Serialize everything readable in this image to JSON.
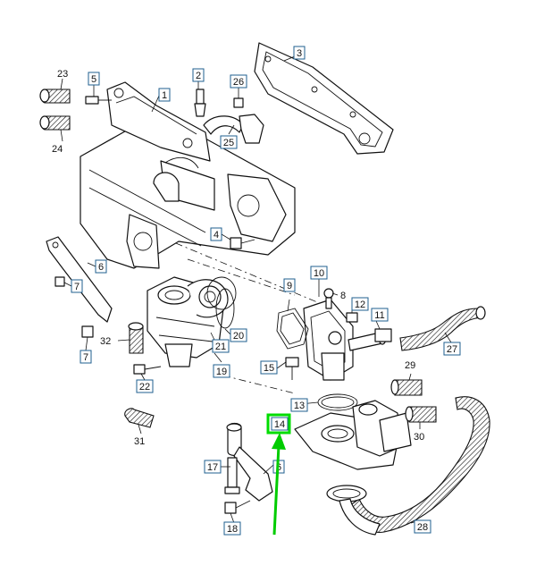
{
  "highlight": {
    "part": "14",
    "color": "#00dd00",
    "arrow_color": "#00cc00"
  },
  "callout_color": "#1f5f8f",
  "labels": {
    "l1": "1",
    "l2": "2",
    "l3": "3",
    "l4": "4",
    "l5": "5",
    "l6a": "6",
    "l6b": "6",
    "l7a": "7",
    "l7b": "7",
    "l8": "8",
    "l9": "9",
    "l10": "10",
    "l11": "11",
    "l12": "12",
    "l13": "13",
    "l14": "14",
    "l15": "15",
    "l17": "17",
    "l18": "18",
    "l19": "19",
    "l20": "20",
    "l21": "21",
    "l22": "22",
    "l23": "23",
    "l24": "24",
    "l25": "25",
    "l26": "26",
    "l27": "27",
    "l28": "28",
    "l29": "29",
    "l30": "30",
    "l31": "31",
    "l32": "32"
  }
}
